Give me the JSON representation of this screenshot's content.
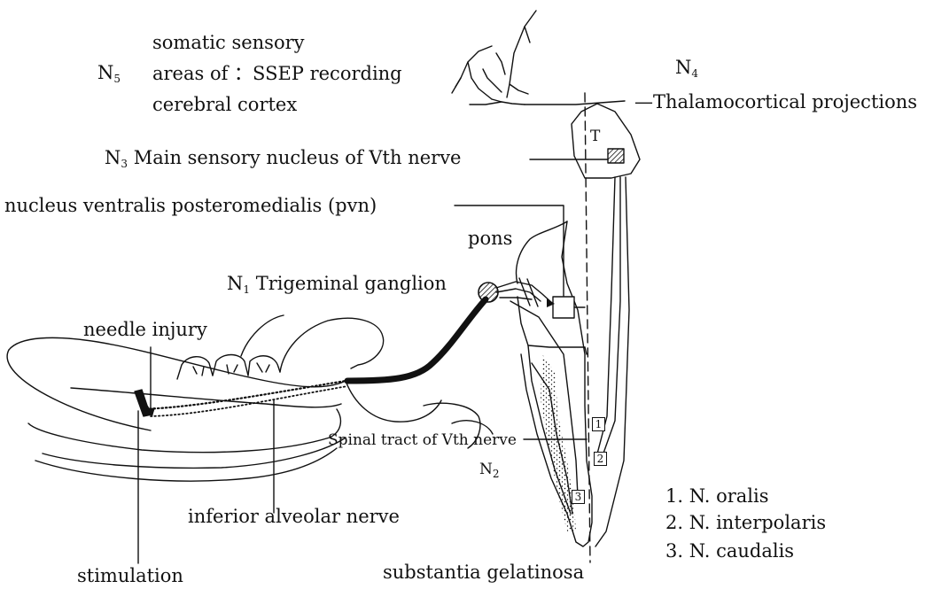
{
  "cortex": {
    "n5": "N",
    "n5_sub": "5",
    "line1": "somatic sensory",
    "line2": "areas of ：SSEP recording",
    "line3": "cerebral cortex"
  },
  "n4": {
    "n": "N",
    "sub": "4",
    "label": "Thalamocortical projections"
  },
  "n3": {
    "n": "N",
    "sub": "3",
    "label": "Main sensory nucleus of Vth nerve"
  },
  "pvn": "nucleus ventralis posteromedialis (pvn)",
  "pons": "pons",
  "n1": {
    "n": "N",
    "sub": "1",
    "label": "Trigeminal ganglion"
  },
  "needle": "needle injury",
  "spinal_tract": "Spinal tract of Vth nerve",
  "n2": {
    "n": "N",
    "sub": "2"
  },
  "alveolar": "inferior alveolar nerve",
  "stimulation": "stimulation",
  "gelatinosa": "substantia gelatinosa",
  "thalamus_mark": "T",
  "nuclei": [
    "1. N. oralis",
    "2. N. interpolaris",
    "3. N. caudalis"
  ],
  "box_numbers": [
    "1",
    "2",
    "3"
  ]
}
